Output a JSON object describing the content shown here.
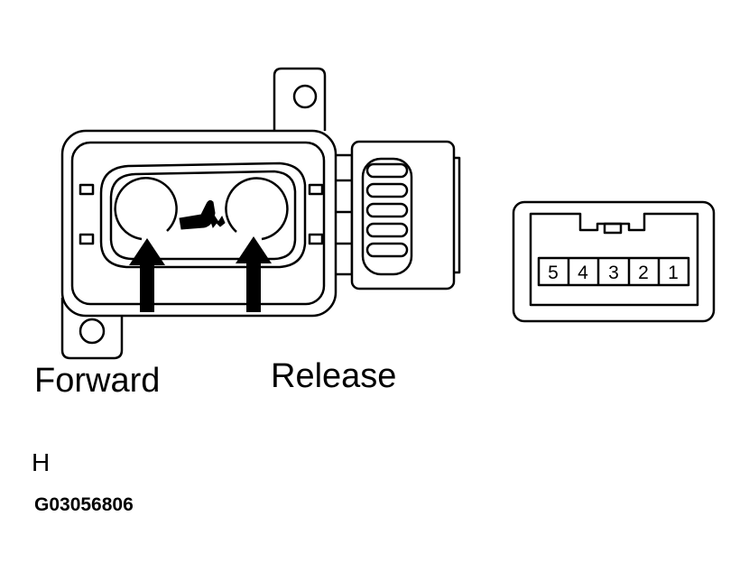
{
  "labels": {
    "forward": "Forward",
    "release": "Release",
    "view_letter": "H",
    "figure_code": "G03056806"
  },
  "connector": {
    "pins": [
      "5",
      "4",
      "3",
      "2",
      "1"
    ]
  },
  "icons": {
    "seat_symbol": "seat-recline-icon",
    "arrow": "up-arrow-icon"
  },
  "colors": {
    "line": "#000000",
    "background": "#ffffff"
  }
}
